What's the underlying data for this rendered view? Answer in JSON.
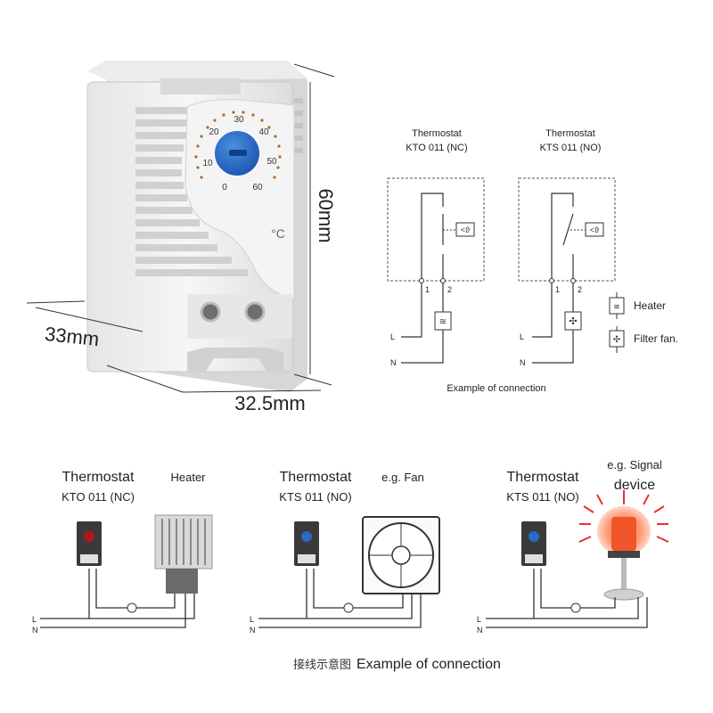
{
  "product": {
    "dial": {
      "scale": [
        "20",
        "30",
        "40",
        "10",
        "50",
        "0",
        "60"
      ],
      "unit": "°C"
    },
    "dimensions": {
      "depth": "33mm",
      "width": "32.5mm",
      "height": "60mm"
    }
  },
  "schematic": {
    "nc": {
      "title": "Thermostat",
      "model": "KTO 011 (NC)"
    },
    "no": {
      "title": "Thermostat",
      "model": "KTS 011 (NO)"
    },
    "terminal_1": "1",
    "terminal_2": "2",
    "line_label": "L",
    "neutral_label": "N",
    "legend": {
      "heater": "Heater",
      "fan": "Filter fan."
    },
    "caption": "Example of connection"
  },
  "examples": [
    {
      "title": "Thermostat",
      "model": "KTO 011 (NC)",
      "device": "Heater"
    },
    {
      "title": "Thermostat",
      "model": "KTS 011 (NO)",
      "device": "e.g. Fan"
    },
    {
      "title": "Thermostat",
      "model": "KTS 011 (NO)",
      "device_line1": "e.g. Signal",
      "device_line2": "device"
    }
  ],
  "wiring_labels": {
    "l": "L",
    "n": "N"
  },
  "footer": {
    "chinese": "接线示意图",
    "english": "Example of connection"
  }
}
